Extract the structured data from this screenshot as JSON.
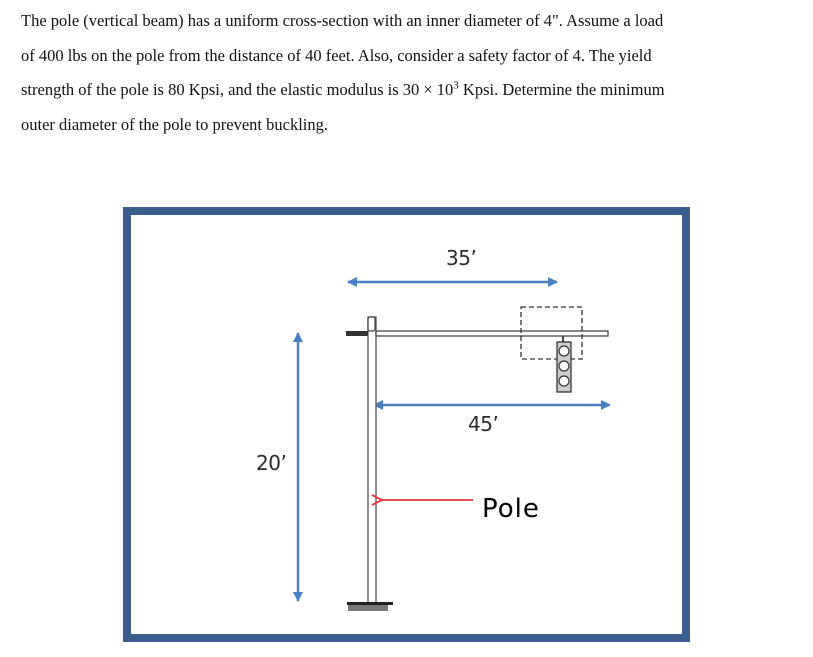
{
  "problem": {
    "line1": "The pole (vertical beam) has a uniform cross-section with an inner diameter of 4\".  Assume a load",
    "line2": "of 400 lbs on the pole from the distance of 40 feet. Also, consider a safety factor of 4.  The yield",
    "line3_pre": "strength of the pole is 80 Kpsi, and the elastic modulus is 30 × 10",
    "line3_sup": "3",
    "line3_post": " Kpsi.  Determine the minimum",
    "line4": "outer diameter of the pole to prevent buckling."
  },
  "diagram": {
    "border_color": "#3a5f8f",
    "arrow_color": "#4a7fc1",
    "pointer_color": "#e8313a",
    "labels": {
      "top_span": "35’",
      "arm_span": "45’",
      "height": "20’",
      "pole": "Pole"
    }
  }
}
